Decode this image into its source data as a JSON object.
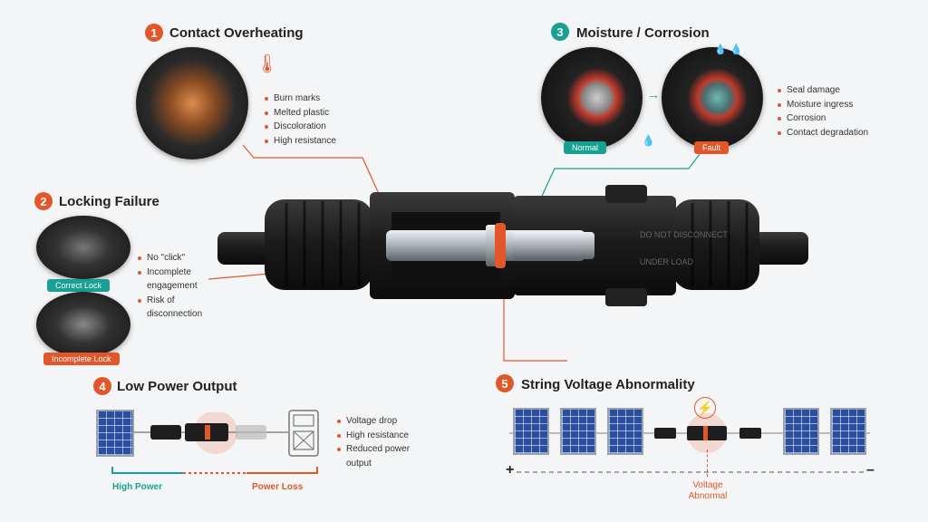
{
  "sections": {
    "contact": {
      "num": "1",
      "title": "Contact Overheating",
      "bullets": [
        "Burn marks",
        "Melted plastic",
        "Discoloration",
        "High resistance"
      ]
    },
    "locking": {
      "num": "2",
      "title": "Locking Failure",
      "bullets": [
        "No \"click\"",
        "Incomplete engagement",
        "Risk of disconnection"
      ],
      "correct_label": "Correct Lock",
      "incomplete_label": "Incomplete Lock"
    },
    "moisture": {
      "num": "3",
      "title": "Moisture / Corrosion",
      "bullets": [
        "Seal damage",
        "Moisture ingress",
        "Corrosion",
        "Contact degradation"
      ],
      "normal_label": "Normal",
      "fault_label": "Fault"
    },
    "power": {
      "num": "4",
      "title": "Low Power Output",
      "bullets": [
        "Voltage drop",
        "High resistance",
        "Reduced power output"
      ],
      "high_label": "High Power",
      "loss_label": "Power Loss"
    },
    "string": {
      "num": "5",
      "title": "String Voltage Abnormality",
      "plus": "+",
      "minus": "–",
      "abnormal_label": "Voltage\nAbnormal"
    }
  },
  "connector": {
    "engraving_line1": "DO NOT DISCONNECT",
    "engraving_line2": "UNDER LOAD"
  },
  "colors": {
    "orange": "#e2572a",
    "teal": "#17a193",
    "body": "#1e1e1e"
  }
}
